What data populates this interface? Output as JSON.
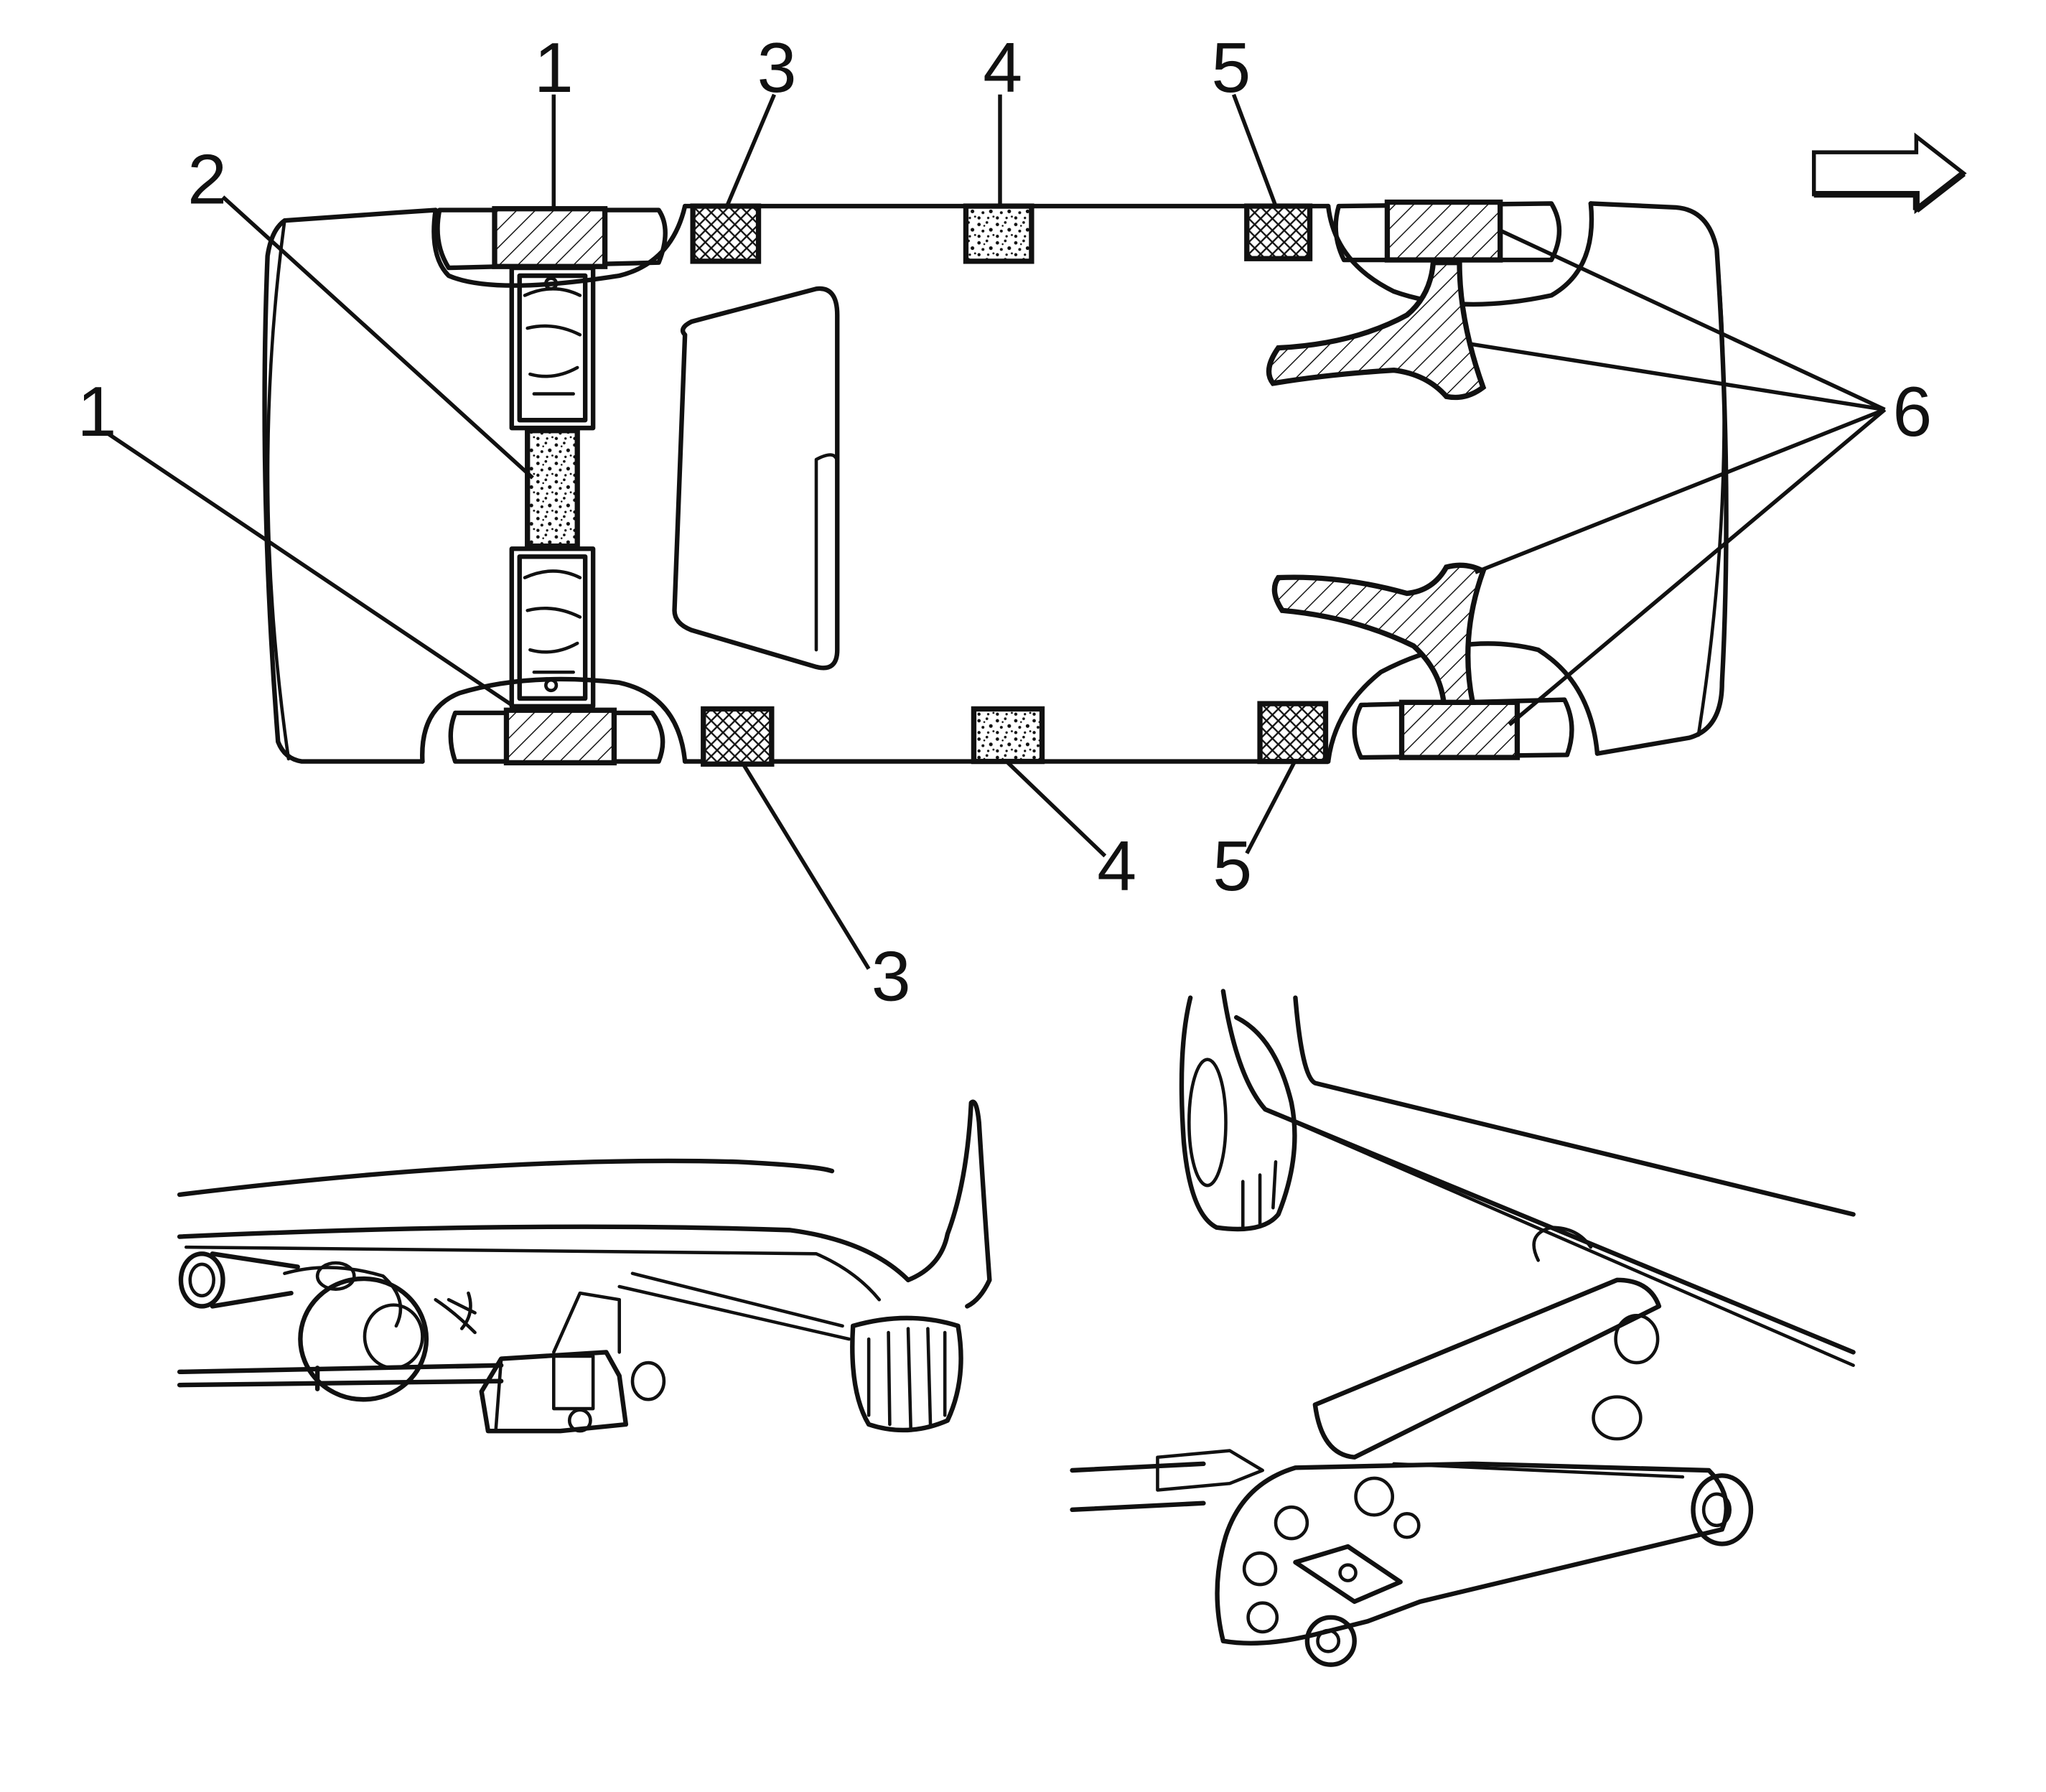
{
  "colors": {
    "ink": "#111111",
    "paper": "#ffffff"
  },
  "legend_patterns": {
    "diagonal_hatch": [
      1,
      6
    ],
    "cross_hatch": [
      3,
      5
    ],
    "speckled": [
      2,
      4
    ]
  },
  "callouts": {
    "c1_top": "1",
    "c1_left": "1",
    "c2": "2",
    "c3_top": "3",
    "c3_bottom": "3",
    "c4_top": "4",
    "c4_bottom": "4",
    "c5_top": "5",
    "c5_bottom": "5",
    "c6": "6"
  },
  "icons": {
    "direction": "forward-arrow-icon"
  }
}
